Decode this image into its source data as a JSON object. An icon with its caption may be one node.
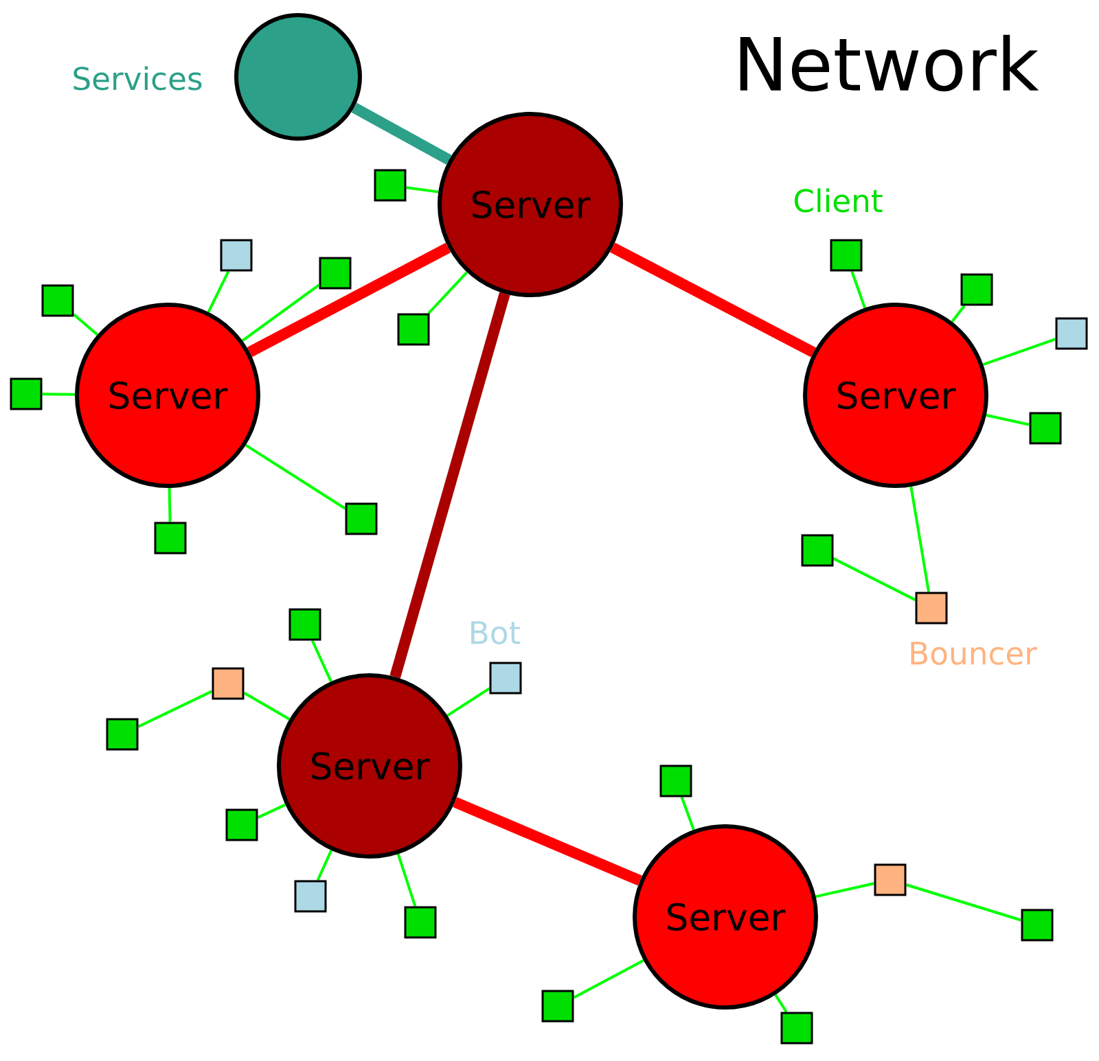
{
  "diagram": {
    "title": "Network",
    "nodes": [
      {
        "text": [],
        "shape": "circle",
        "beside": [
          "Services"
        ]
      },
      {
        "text": [
          "Server"
        ]
      },
      {
        "text": [
          "Server"
        ]
      },
      {
        "text": [
          "Server"
        ]
      },
      {
        "text": [
          "Server"
        ]
      },
      {
        "text": [
          "Server"
        ]
      },
      {
        "text": [],
        "shape": "box"
      },
      {
        "text": [],
        "shape": "box"
      },
      {
        "text": [],
        "shape": "box"
      },
      {
        "text": [],
        "shape": "box"
      },
      {
        "text": [],
        "shape": "box"
      },
      {
        "text": [],
        "shape": "box"
      },
      {
        "text": [],
        "shape": "box"
      },
      {
        "text": [],
        "shape": "box"
      },
      {
        "text": [],
        "shape": "box",
        "beside": [
          "Client"
        ]
      },
      {
        "text": [],
        "shape": "box"
      },
      {
        "text": [],
        "shape": "box"
      },
      {
        "text": [],
        "shape": "box"
      },
      {
        "text": [],
        "shape": "box",
        "beside": [
          "Bouncer"
        ]
      },
      {
        "text": [],
        "shape": "box"
      },
      {
        "text": [],
        "shape": "box"
      },
      {
        "text": [],
        "shape": "box"
      },
      {
        "text": [],
        "shape": "box"
      },
      {
        "text": [],
        "shape": "box",
        "beside": [
          "Bot"
        ]
      },
      {
        "text": [],
        "shape": "box"
      },
      {
        "text": [],
        "shape": "box"
      },
      {
        "text": [],
        "shape": "box"
      },
      {
        "text": [],
        "shape": "box"
      },
      {
        "text": [],
        "shape": "box"
      },
      {
        "text": [],
        "shape": "box"
      },
      {
        "text": [],
        "shape": "box"
      },
      {
        "text": [],
        "shape": "box"
      }
    ],
    "edges": [
      {
        "from": 0,
        "to": 1,
        "arrow": "none",
        "style": "thick",
        "color": "#2ca089"
      },
      {
        "from": 1,
        "to": 2,
        "arrow": "none",
        "style": "thick",
        "color": "#ff0000"
      },
      {
        "from": 1,
        "to": 3,
        "arrow": "none",
        "style": "thick",
        "color": "#ff0000"
      },
      {
        "from": 1,
        "to": 4,
        "arrow": "none",
        "style": "thick",
        "color": "#aa0000"
      },
      {
        "from": 4,
        "to": 5,
        "arrow": "none",
        "style": "thick",
        "color": "#ff0000"
      },
      {
        "from": 1,
        "to": 6,
        "arrow": "none"
      },
      {
        "from": 1,
        "to": 7,
        "arrow": "none"
      },
      {
        "from": 2,
        "to": 8,
        "arrow": "none"
      },
      {
        "from": 2,
        "to": 9,
        "arrow": "none"
      },
      {
        "from": 2,
        "to": 10,
        "arrow": "none"
      },
      {
        "from": 2,
        "to": 11,
        "arrow": "none"
      },
      {
        "from": 2,
        "to": 12,
        "arrow": "none"
      },
      {
        "from": 2,
        "to": 13,
        "arrow": "none"
      },
      {
        "from": 3,
        "to": 14,
        "arrow": "none"
      },
      {
        "from": 3,
        "to": 15,
        "arrow": "none"
      },
      {
        "from": 3,
        "to": 16,
        "arrow": "none"
      },
      {
        "from": 3,
        "to": 17,
        "arrow": "none"
      },
      {
        "from": 3,
        "to": 18,
        "arrow": "none"
      },
      {
        "from": 18,
        "to": 19,
        "arrow": "none"
      },
      {
        "from": 4,
        "to": 20,
        "arrow": "none"
      },
      {
        "from": 4,
        "to": 21,
        "arrow": "none"
      },
      {
        "from": 21,
        "to": 22,
        "arrow": "none"
      },
      {
        "from": 4,
        "to": 23,
        "arrow": "none"
      },
      {
        "from": 4,
        "to": 24,
        "arrow": "none"
      },
      {
        "from": 4,
        "to": 25,
        "arrow": "none"
      },
      {
        "from": 4,
        "to": 26,
        "arrow": "none"
      },
      {
        "from": 5,
        "to": 27,
        "arrow": "none"
      },
      {
        "from": 5,
        "to": 28,
        "arrow": "none"
      },
      {
        "from": 28,
        "to": 29,
        "arrow": "none"
      },
      {
        "from": 5,
        "to": 30,
        "arrow": "none"
      },
      {
        "from": 5,
        "to": 31,
        "arrow": "none"
      }
    ]
  }
}
